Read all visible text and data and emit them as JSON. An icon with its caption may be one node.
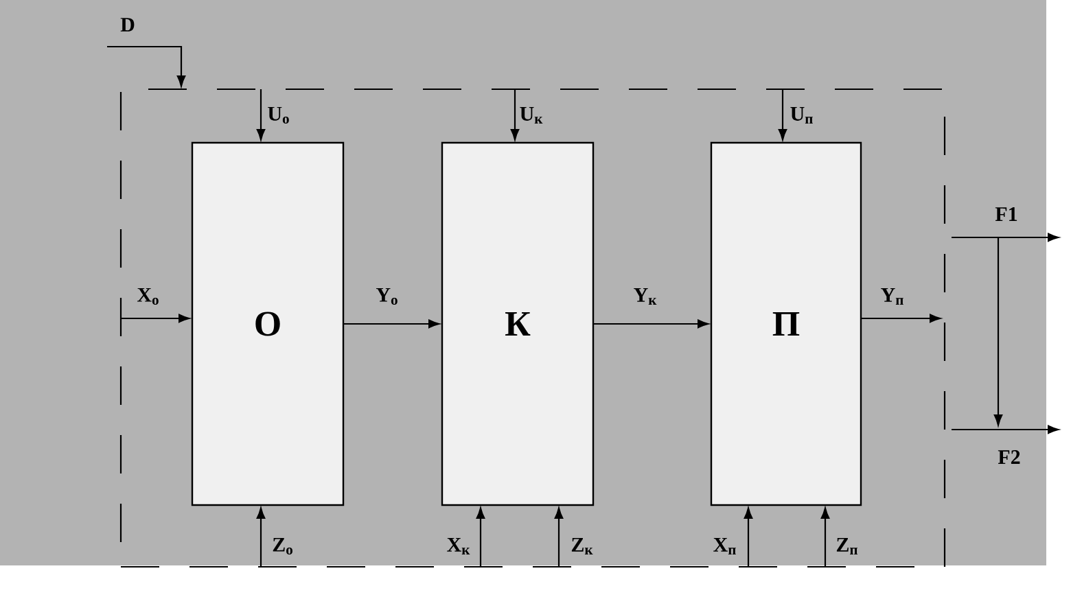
{
  "diagram": {
    "nodes": [
      {
        "text": [],
        "shape": "box"
      },
      {
        "text": [
          "О"
        ],
        "in": 0
      },
      {
        "text": [
          "К"
        ],
        "in": 0
      },
      {
        "text": [
          "П"
        ],
        "in": 0
      }
    ],
    "edges": [
      {
        "from": null,
        "to": 0,
        "arrow": "to",
        "label": "D"
      },
      {
        "from": null,
        "to": 1,
        "arrow": "to",
        "label": "U$_{о}$"
      },
      {
        "from": null,
        "to": 1,
        "arrow": "to",
        "label": "X$_{о}$"
      },
      {
        "from": 1,
        "to": 2,
        "arrow": "to",
        "label": "Y$_{о}$"
      },
      {
        "from": null,
        "to": 1,
        "arrow": "to",
        "label": "Z$_{о}$"
      },
      {
        "from": null,
        "to": 2,
        "arrow": "to",
        "label": "U$_{к}$"
      },
      {
        "from": null,
        "to": 2,
        "arrow": "to",
        "label": "X$_{к}$"
      },
      {
        "from": null,
        "to": 2,
        "arrow": "to",
        "label": "Z$_{к}$"
      },
      {
        "from": 2,
        "to": 3,
        "arrow": "to",
        "label": "Y$_{к}$"
      },
      {
        "from": null,
        "to": 3,
        "arrow": "to",
        "label": "U$_{п}$"
      },
      {
        "from": null,
        "to": 3,
        "arrow": "to",
        "label": "X$_{п}$"
      },
      {
        "from": null,
        "to": 3,
        "arrow": "to",
        "label": "Z$_{п}$"
      },
      {
        "from": 3,
        "to": null,
        "arrow": "to",
        "label": "Y$_{п}$"
      }
    ],
    "labels": [
      "F1",
      "F2"
    ]
  }
}
